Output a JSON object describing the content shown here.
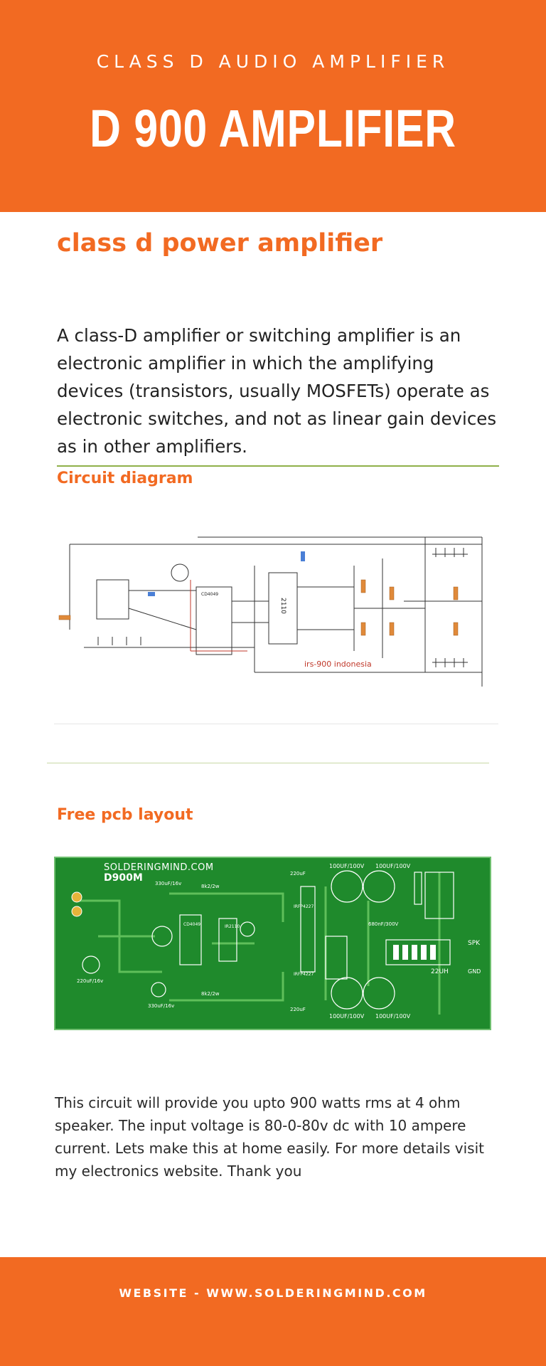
{
  "header": {
    "kicker": "CLASS D AUDIO AMPLIFIER",
    "title": "D 900 AMPLIFIER"
  },
  "section": {
    "title": "class d power amplifier",
    "intro": "A class-D amplifier or switching amplifier is an electronic amplifier in which the amplifying devices (transistors, usually MOSFETs) operate as electronic switches, and not as linear gain devices as in other amplifiers."
  },
  "circuit": {
    "title": "Circuit diagram",
    "watermark": "irs-900 indonesia",
    "chip_label": "2110",
    "chip_part": "CD4049"
  },
  "pcb": {
    "title": "Free pcb layout",
    "brand": "SOLDERINGMIND.COM",
    "model": "D900M",
    "labels": [
      "100UF/100V",
      "100UF/100V",
      "100UF/100V",
      "100UF/100V",
      "SPK",
      "GND",
      "22UH",
      "220uF",
      "220uF",
      "330uF/16v",
      "330uF/16v",
      "8k2/2w",
      "8k2/2w",
      "220uF/16v",
      "IR2110",
      "CD4049",
      "IRFP4227",
      "IRFP4227",
      "680nF/300V"
    ]
  },
  "body": {
    "text": "This circuit will provide you upto 900 watts rms at 4 ohm speaker. The input voltage is 80-0-80v dc with 10 ampere current. Lets make this at home easily. For more details visit my electronics website. Thank you"
  },
  "footer": {
    "text": "WEBSITE - WWW.SOLDERINGMIND.COM"
  },
  "colors": {
    "accent": "#f26a22",
    "rule": "#8fb04a",
    "pcb_green": "#1f8a2c"
  }
}
